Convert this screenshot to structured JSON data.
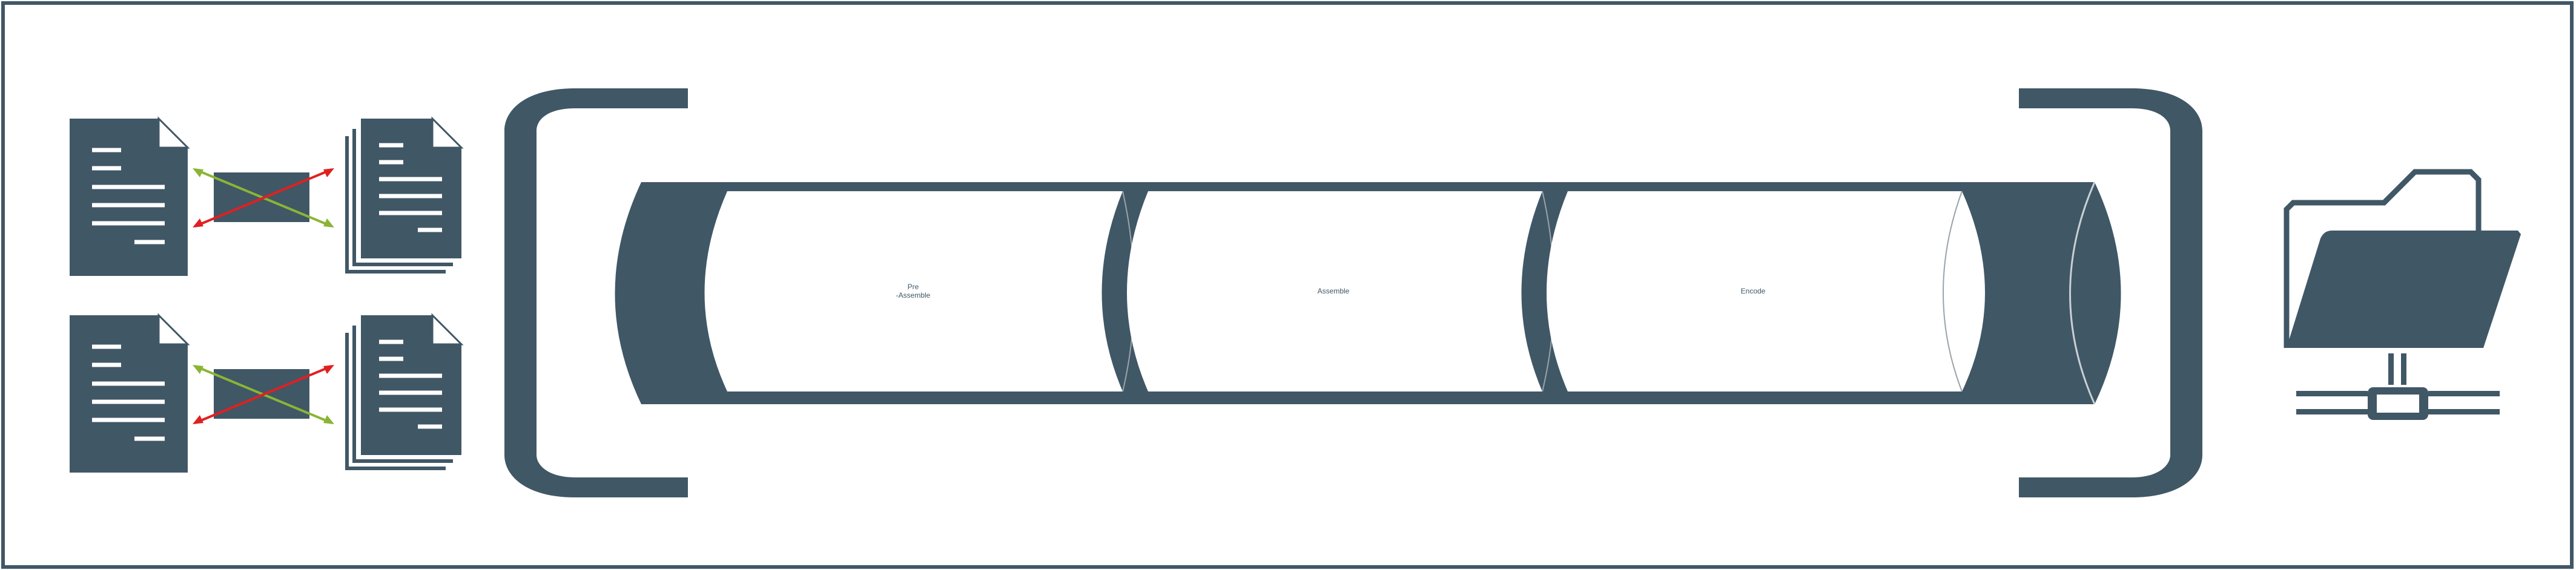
{
  "palette": {
    "primary": "#405766",
    "white": "#ffffff",
    "red_arrow": "#e02020",
    "green_arrow": "#8ab534",
    "stage_outline": "#9aa3a9"
  },
  "pipeline": {
    "stages": [
      {
        "line1": "Pre",
        "line2": "-Assemble"
      },
      {
        "line1": "Assemble",
        "line2": ""
      },
      {
        "line1": "Encode",
        "line2": ""
      }
    ]
  },
  "icons": {
    "input_pairs": [
      "document-icon",
      "swap-arrows-icon",
      "document-stack-icon"
    ],
    "output": [
      "folder-icon",
      "network-connector-icon"
    ]
  }
}
